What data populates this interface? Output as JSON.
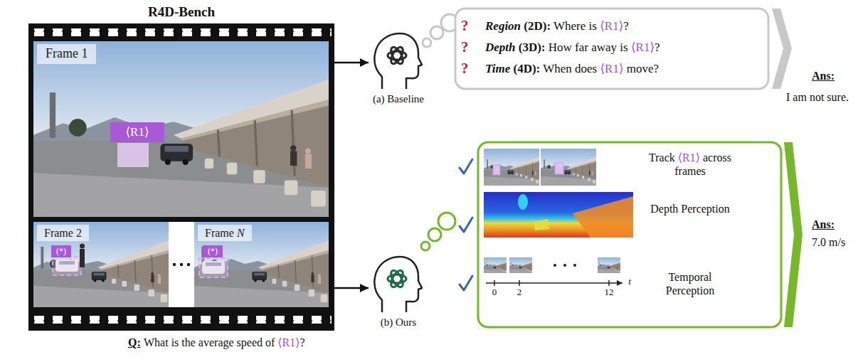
{
  "diagram": {
    "nodes": [
      {
        "text": [
          "R4D-Bench"
        ]
      },
      {
        "text": [
          "Frame 1"
        ],
        "in": 0
      },
      {
        "text": [
          "⟨R1⟩"
        ],
        "in": 1
      },
      {
        "text": [
          "Frame 2"
        ],
        "in": 0
      },
      {
        "text": [
          "(*)"
        ],
        "in": 3
      },
      {
        "text": [
          "Frame N"
        ],
        "in": 0
      },
      {
        "text": [
          "(*)"
        ],
        "in": 5
      },
      {
        "text": [
          "(a) Baseline"
        ]
      },
      {
        "text": [
          "(b) Ours"
        ]
      },
      {
        "text": [
          "Region (2D): Where is ⟨R1⟩?",
          "Depth (3D): How far away is ⟨R1⟩?",
          "Time (4D): When does ⟨R1⟩ move?"
        ]
      },
      {
        "text": [
          "Track ⟨R1⟩ across frames",
          "Depth Perception",
          "Temporal Perception"
        ]
      }
    ],
    "edges": [
      {
        "from": 1,
        "to": 7,
        "arrow": "to"
      },
      {
        "from": 5,
        "to": 8,
        "arrow": "to"
      }
    ],
    "labels": [
      "Q:",
      "What is the average speed of ⟨R1⟩?",
      "?",
      "?",
      "?",
      "Ans:",
      "I am not sure.",
      "0",
      "2",
      "12",
      "t",
      "Ans:",
      "7.0 m/s"
    ]
  }
}
